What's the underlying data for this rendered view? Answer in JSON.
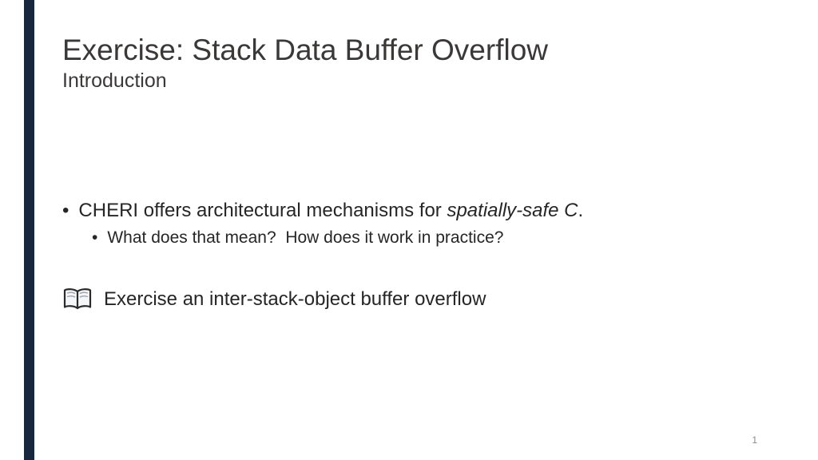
{
  "slide": {
    "title": "Exercise: Stack Data Buffer Overflow",
    "subtitle": "Introduction",
    "bullet_char": "•",
    "content": {
      "bullet1": {
        "prefix": "CHERI offers architectural mechanisms for ",
        "italic": "spatially-safe C",
        "suffix": "."
      },
      "bullet1_sub": "What does that mean?  How does it work in practice?",
      "exercise": {
        "icon": "open-book-icon",
        "text": "Exercise an inter-stack-object buffer overflow"
      }
    },
    "page_number": "1",
    "colors": {
      "accent_bar": "#16273e",
      "title_text": "#3b3838",
      "body_text": "#262626",
      "page_number_text": "#8a8a8a"
    }
  }
}
